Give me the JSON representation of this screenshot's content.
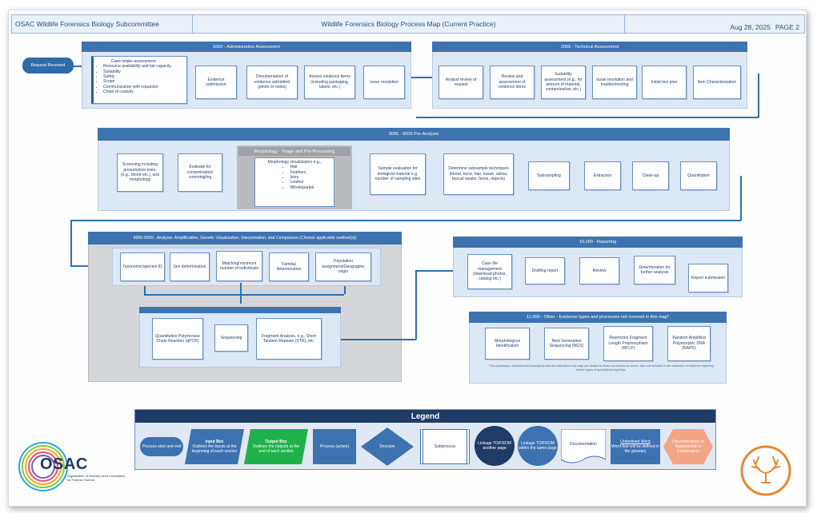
{
  "header": {
    "org": "OSAC Wildlife Forensics Biology Subcommittee",
    "title": "Wildlife Forensics Biology Process Map (Current Practice)",
    "date": "Aug 28, 2025",
    "page": "PAGE 2"
  },
  "start": {
    "label": "Request Received"
  },
  "admin": {
    "title": "1000 - Administrative Assessment",
    "case_intake": {
      "heading": "Case intake assessment:",
      "items": [
        "Resource availability and lab capacity",
        "Suitability",
        "Safety",
        "Scope",
        "Communication with requestor",
        "Chain of custody"
      ]
    },
    "boxes": [
      "Evidence submission",
      "Documentation of evidence submitted (photo or notes)",
      "Assess evidence items (including packaging, labels, etc.)",
      "Issue resolution"
    ]
  },
  "technical": {
    "title": "2000 - Technical Assessment",
    "boxes": [
      "Analyst review of request",
      "Review and assessment of evidence items",
      "Suitability assessment (e.g., for amount of material, contamination, etc.)",
      "Issue resolution and troubleshooting",
      "Initial test plan",
      "Item Characterization"
    ]
  },
  "preanalysis": {
    "title": "3000 - 5000 Pre-Analysis",
    "screening": "Screening including presumptive tests, (e.g., blood etc.), and morphology",
    "evaluate": "Evaluate for contamination/ commingling",
    "morph_header": "Morphology - Triage and Pre-Processing",
    "morph_heading": "Morphology visualization e.g.,",
    "morph_items": [
      "Hair",
      "Feathers",
      "Ivory",
      "Leather",
      "Whole/partial"
    ],
    "sample_eval": "Sample evaluation for biological material e.g. number of sampling sites",
    "subsample": "Determine subsample techniques (blood, bone, hair, tissue, saliva, buccal swabs, feces, objects)",
    "steps": [
      "Subsampling",
      "Extraction",
      "Clean-up",
      "Quantitation"
    ]
  },
  "analysis": {
    "title": "6000-9000 - Analysis: Amplification, Genetic Visualization, Interpretation, and Comparison (Choose applicable method(s))",
    "questions": [
      "Taxonomic/species ID",
      "Sex determination",
      "Matching/minimum number of individuals",
      "Familial determination",
      "Population assignment/Geographic origin"
    ],
    "methods": [
      "Quantitative Polymerase Chain Reaction (qPCR)",
      "Sequencing",
      "Fragment Analysis, e.g., Short Tandem Repeats (STR), etc."
    ]
  },
  "reporting": {
    "title": "10,000 - Reporting",
    "boxes": [
      "Case file management (download photos, catalog etc.)",
      "Drafting report",
      "Review",
      "Determination for further analysis",
      "Report submission"
    ]
  },
  "other": {
    "title": "11,000 - Other - Evidence types and processes not covered in this map*",
    "boxes": [
      "Morphological Identification",
      "Next Generation Sequencing (NGS)",
      "Restriction Fragment Length Polymorphism (RFLP)",
      "Random Amplified Polymorphic DNA (RAPD)"
    ],
    "footnote": "*The processes, methods and techniques that are indicated in the map are limited to those conducted on-scene; also not included is the collection of evidence requiring certain types of specialized expertise."
  },
  "legend": {
    "title": "Legend",
    "start_end": "Process start and end",
    "input_title": "Input Box",
    "input_desc": "Outlines the inputs at the beginning of each section",
    "output_title": "Output Box",
    "output_desc": "Outlines the outputs at the end of each section",
    "process": "Process (action)",
    "decision": "Decision",
    "subprocess": "Subprocess",
    "link_other": "Linkage TO/FROM another page",
    "link_same": "Linkage TO/FROM within the same page",
    "documentation": "Documentation",
    "underlined_title": "Underlined Word",
    "underlined_desc": "Word that will be defined in the glossary",
    "discontinue": "Discontinuation of Assessment or Examination"
  },
  "logo": {
    "name": "OSAC",
    "subtitle": "Organization of Scientific Area Committees for Forensic Science"
  },
  "colors": {
    "section_header": "#3d73b0",
    "section_bg": "#dce8f5",
    "legend_title": "#1e3c66",
    "output_green": "#1fb24a",
    "discontinue": "#f3a586",
    "antler": "#e58a2e"
  }
}
